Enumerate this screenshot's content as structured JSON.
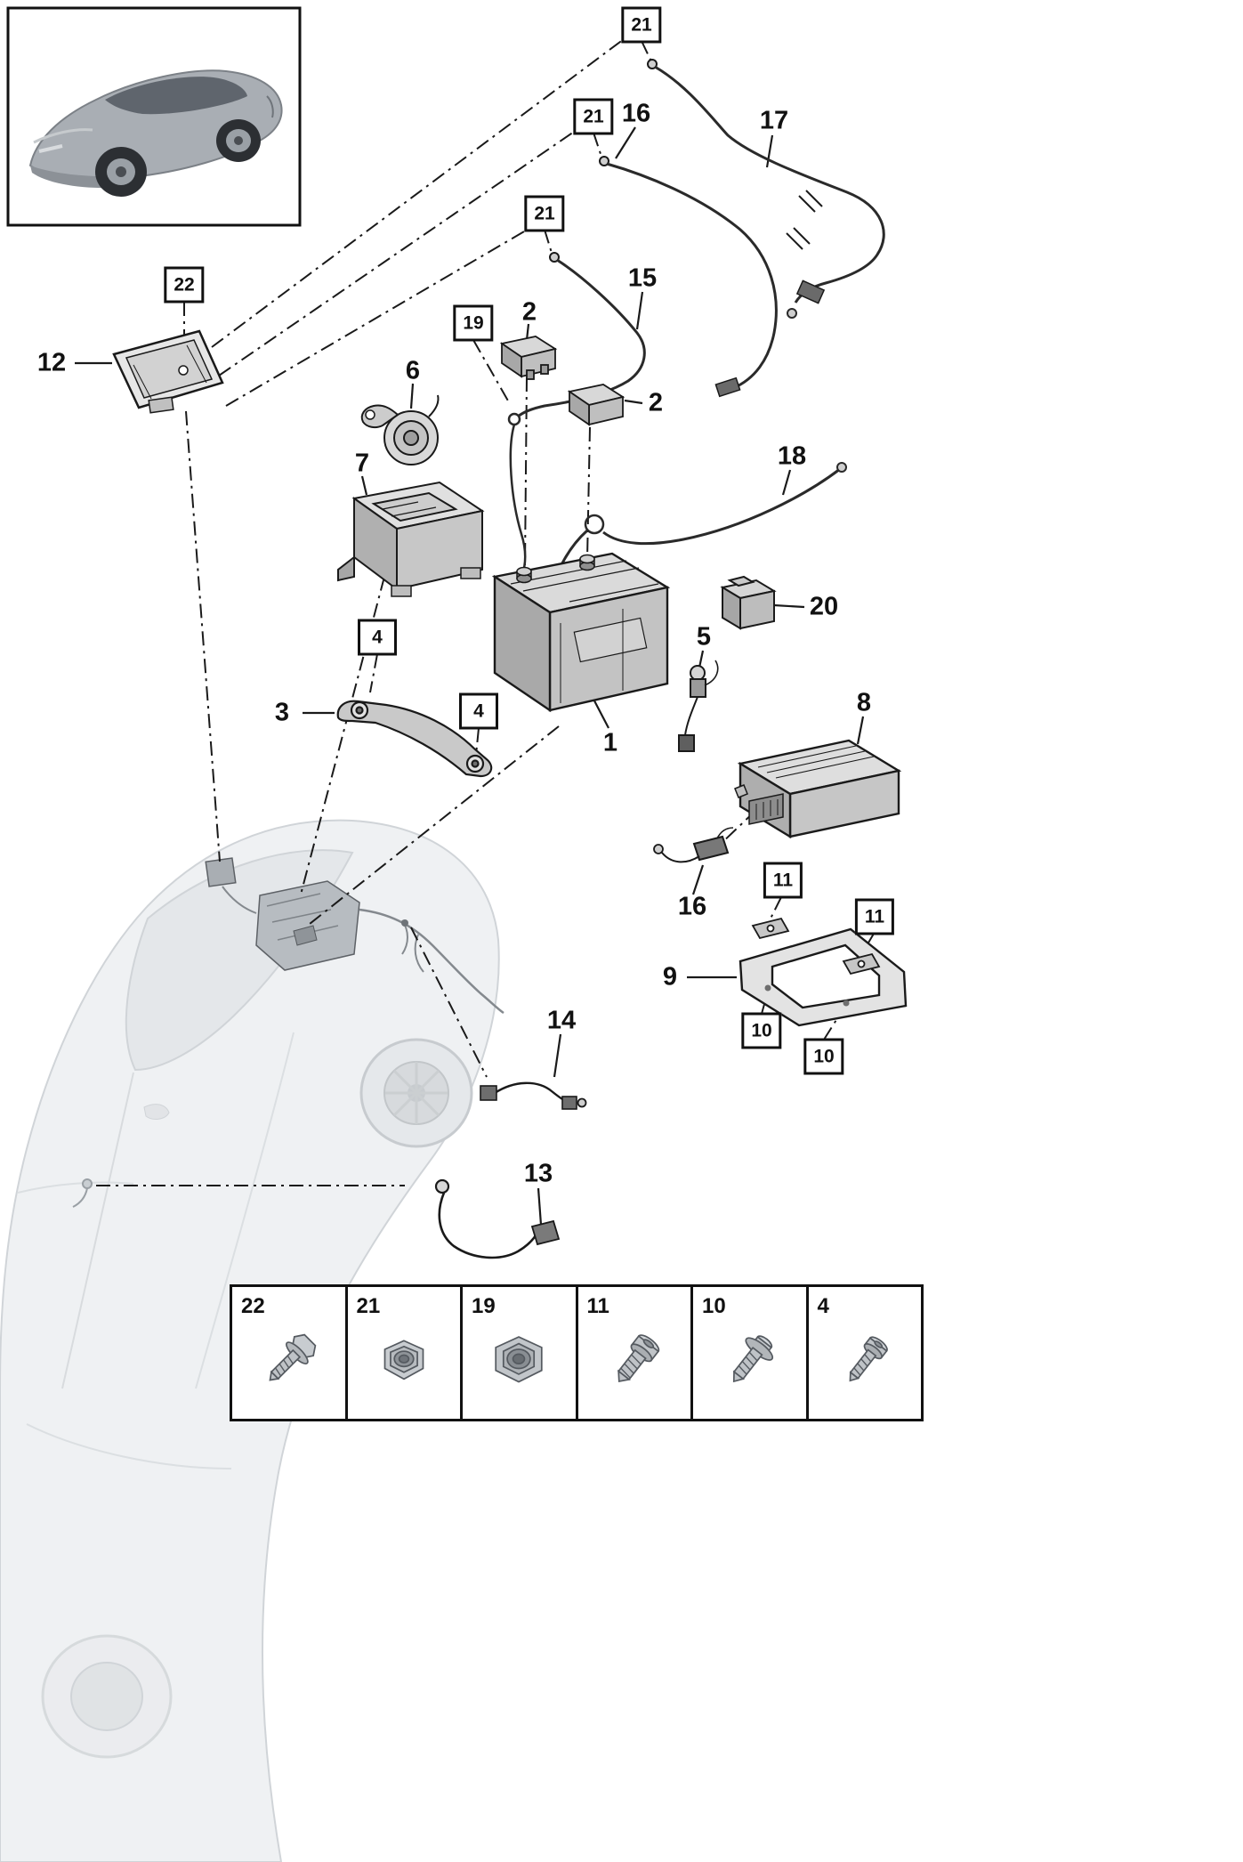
{
  "colors": {
    "background": "#ffffff",
    "line_art": "#1a1a1a",
    "ghost_car": "#ccd0d4",
    "callout_box_border": "#111111"
  },
  "callouts": {
    "boxed": [
      {
        "text": "21"
      },
      {
        "text": "21"
      },
      {
        "text": "21"
      },
      {
        "text": "22"
      },
      {
        "text": "19"
      },
      {
        "text": "4"
      },
      {
        "text": "4"
      },
      {
        "text": "11"
      },
      {
        "text": "11"
      },
      {
        "text": "10"
      },
      {
        "text": "10"
      }
    ],
    "plain": [
      {
        "text": "12"
      },
      {
        "text": "16"
      },
      {
        "text": "17"
      },
      {
        "text": "15"
      },
      {
        "text": "2"
      },
      {
        "text": "6"
      },
      {
        "text": "2"
      },
      {
        "text": "7"
      },
      {
        "text": "18"
      },
      {
        "text": "20"
      },
      {
        "text": "5"
      },
      {
        "text": "3"
      },
      {
        "text": "1"
      },
      {
        "text": "8"
      },
      {
        "text": "16"
      },
      {
        "text": "9"
      },
      {
        "text": "14"
      },
      {
        "text": "13"
      }
    ]
  },
  "legend": {
    "items": [
      {
        "number": "22",
        "icon": "flange-bolt-icon"
      },
      {
        "number": "21",
        "icon": "hex-nut-icon"
      },
      {
        "number": "19",
        "icon": "hex-nut-large-icon"
      },
      {
        "number": "11",
        "icon": "shoulder-screw-icon"
      },
      {
        "number": "10",
        "icon": "washer-head-screw-icon"
      },
      {
        "number": "4",
        "icon": "torx-screw-icon"
      }
    ]
  }
}
